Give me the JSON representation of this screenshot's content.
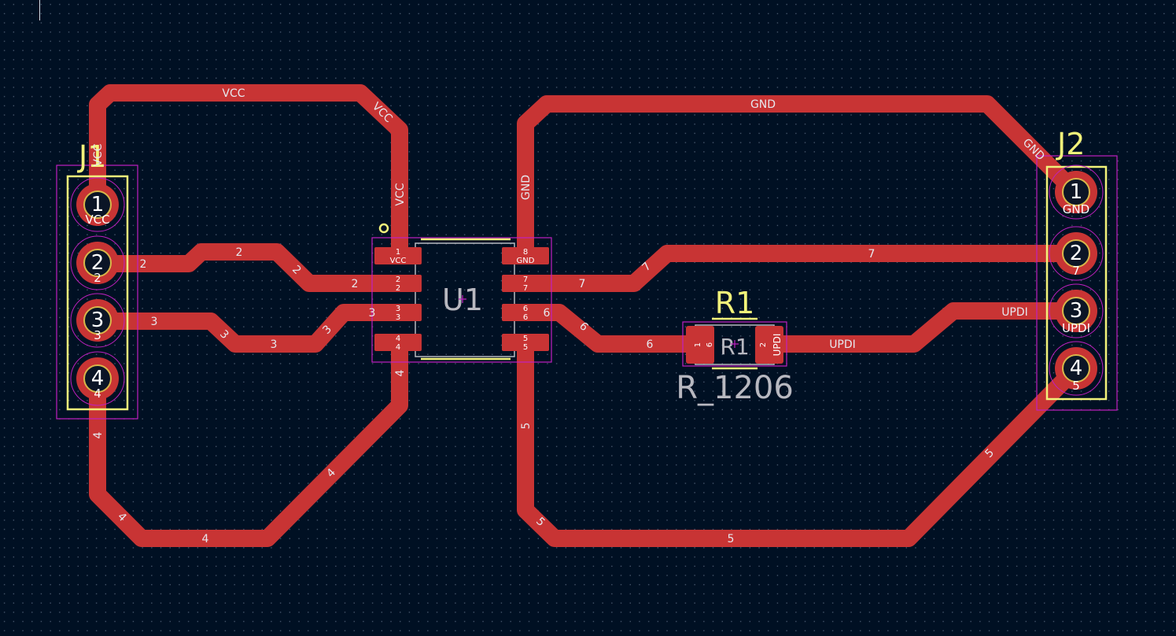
{
  "colors": {
    "background": "#001023",
    "grid": "#5a6a80",
    "copper": "#c83434",
    "silkscreen": "#f2f27a",
    "courtyard": "#c020c0",
    "fab": "#b8b8c0"
  },
  "components": {
    "j1": {
      "ref": "J1",
      "pins": [
        "1",
        "2",
        "3",
        "4"
      ],
      "nets": [
        "VCC",
        "2",
        "3",
        "4"
      ]
    },
    "j2": {
      "ref": "J2",
      "pins": [
        "1",
        "2",
        "3",
        "4"
      ],
      "nets": [
        "GND",
        "7",
        "UPDI",
        "5"
      ]
    },
    "u1": {
      "ref": "U1",
      "left_pads": [
        {
          "num": "1",
          "net": "VCC"
        },
        {
          "num": "2",
          "net": "2"
        },
        {
          "num": "3",
          "net": "3"
        },
        {
          "num": "4",
          "net": "4"
        }
      ],
      "right_pads": [
        {
          "num": "8",
          "net": "GND"
        },
        {
          "num": "7",
          "net": "7"
        },
        {
          "num": "6",
          "net": "6"
        },
        {
          "num": "5",
          "net": "5"
        }
      ]
    },
    "r1": {
      "ref": "R1",
      "fab_ref": "R1",
      "value": "R_1206",
      "pad1": {
        "num": "1",
        "net": "6"
      },
      "pad2": {
        "num": "2",
        "net": "UPDI"
      }
    }
  },
  "track_labels": {
    "vcc_top": "VCC",
    "vcc_diag": "VCC",
    "vcc_u1": "VCC",
    "vcc_j1": "VCC",
    "gnd_top": "GND",
    "gnd_u1": "GND",
    "gnd_diag": "GND",
    "n2_a": "2",
    "n2_b": "2",
    "n2_c": "2",
    "n2_d": "2",
    "n3_a": "3",
    "n3_b": "3",
    "n3_c": "3",
    "n3_d": "3",
    "n3_e": "3",
    "n4_a": "4",
    "n4_b": "4",
    "n4_c": "4",
    "n4_d": "4",
    "n4_e": "4",
    "n7_a": "7",
    "n7_b": "7",
    "n7_c": "7",
    "n6_a": "6",
    "n6_b": "6",
    "n6_c": "6",
    "updi_a": "UPDI",
    "updi_b": "UPDI",
    "n5_a": "5",
    "n5_b": "5",
    "n5_c": "5",
    "n5_d": "5"
  }
}
